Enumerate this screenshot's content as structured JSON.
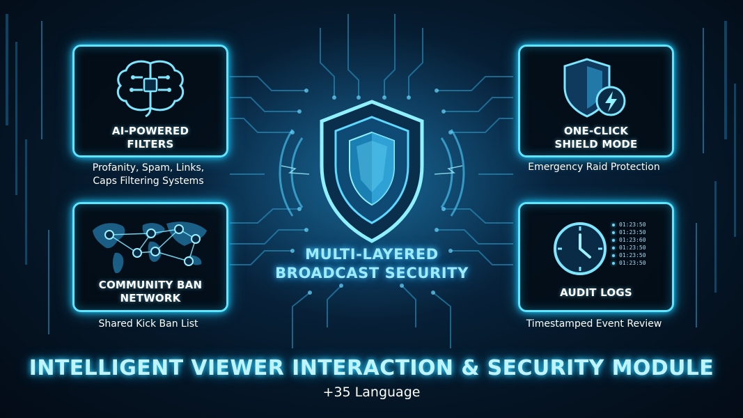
{
  "colors": {
    "accent": "#5fe6ff",
    "glow": "#1ec8ff",
    "background": "#051728",
    "text": "#ffffff"
  },
  "center": {
    "icon": "shield-icon",
    "title_line1": "MULTI-LAYERED",
    "title_line2": "BROADCAST SECURITY"
  },
  "features": {
    "ai_filters": {
      "icon": "brain-icon",
      "title_line1": "AI-POWERED",
      "title_line2": "FILTERS",
      "description_line1": "Profanity, Spam, Links,",
      "description_line2": "Caps Filtering Systems"
    },
    "community_ban": {
      "icon": "world-map-icon",
      "title_line1": "COMMUNITY BAN",
      "title_line2": "NETWORK",
      "description": "Shared Kick Ban List"
    },
    "shield_mode": {
      "icon": "shield-bolt-icon",
      "title_line1": "ONE-CLICK",
      "title_line2": "SHIELD MODE",
      "description": "Emergency Raid Protection"
    },
    "audit_logs": {
      "icon": "clock-icon",
      "title": "AUDIT LOGS",
      "description": "Timestamped Event Review",
      "timestamps": [
        "01:23:50",
        "01:23:50",
        "01:23:60",
        "01:23:50",
        "01:23:50",
        "01:23:50"
      ]
    }
  },
  "footer": {
    "title": "INTELLIGENT VIEWER INTERACTION & SECURITY MODULE",
    "subtitle": "+35 Language"
  }
}
